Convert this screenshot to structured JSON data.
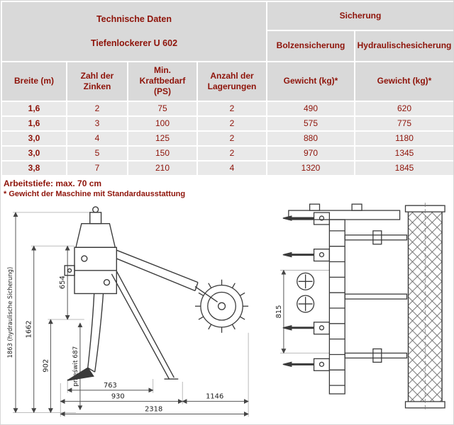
{
  "colors": {
    "accent_text": "#8e1309",
    "header_bg": "#d9d9d9",
    "row_bg": "#e9e9e9",
    "drawing_line": "#3a3a3a"
  },
  "table": {
    "title_line1": "Technische Daten",
    "title_line2": "Tiefenlockerer U 602",
    "group_header": "Sicherung",
    "group_sub": [
      "Bolzensicherung",
      "Hydraulischesicherung"
    ],
    "columns": [
      "Breite (m)",
      "Zahl der\nZinken",
      "Min.\nKraftbedarf\n(PS)",
      "Anzahl der\nLagerungen",
      "Gewicht (kg)*",
      "Gewicht (kg)*"
    ],
    "rows": [
      [
        "1,6",
        "2",
        "75",
        "2",
        "490",
        "620"
      ],
      [
        "1,6",
        "3",
        "100",
        "2",
        "575",
        "775"
      ],
      [
        "3,0",
        "4",
        "125",
        "2",
        "880",
        "1180"
      ],
      [
        "3,0",
        "5",
        "150",
        "2",
        "970",
        "1345"
      ],
      [
        "3,8",
        "7",
        "210",
        "4",
        "1320",
        "1845"
      ]
    ],
    "note1": "Arbeitstiefe: max. 70 cm",
    "note2": "* Gewicht der Maschine mit Standardausstattung"
  },
  "dims": {
    "d1863": "1863 (hydraulische Sicherung)",
    "d1662": "1662",
    "d902": "902",
    "d654": "654",
    "d687": "prześwit 687",
    "d763": "763",
    "d930": "930",
    "d1146": "1146",
    "d2318": "2318",
    "d815": "815"
  }
}
